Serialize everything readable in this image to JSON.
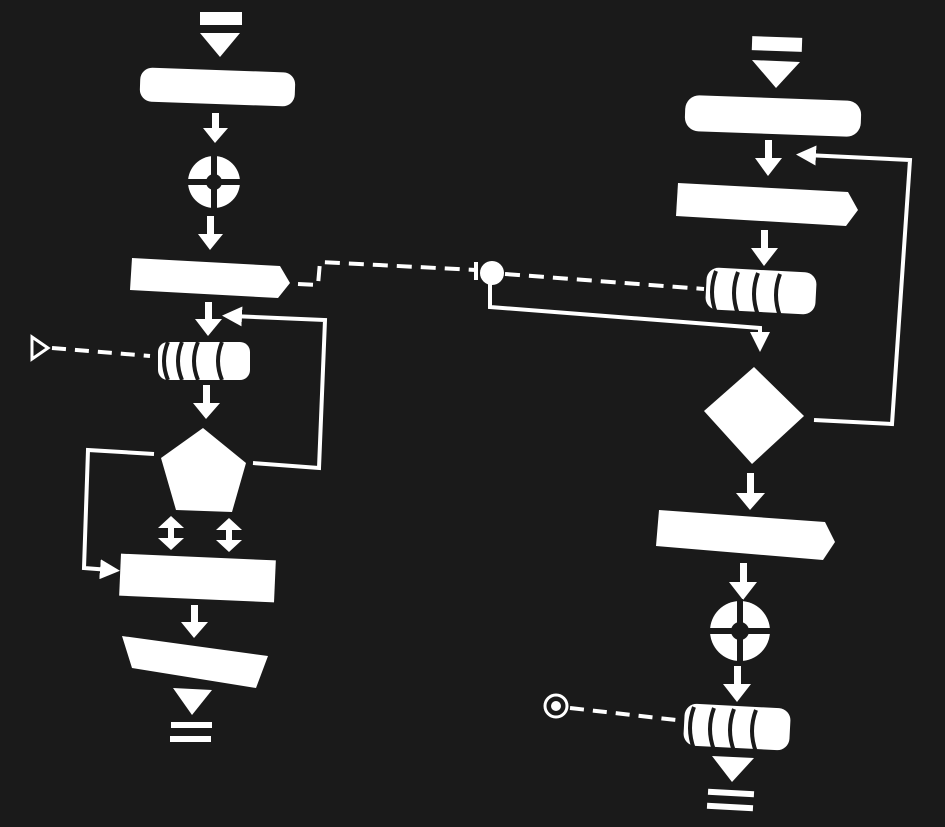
{
  "diagram": {
    "background": "#1a1a1a",
    "foreground": "#ffffff",
    "left_flow": {
      "steps": [
        "flow-start",
        "process",
        "summing-junction",
        "process-arrow",
        "stored-data-lane",
        "decision-pentagon",
        "process",
        "manual-operation",
        "flow-end"
      ]
    },
    "right_flow": {
      "steps": [
        "flow-start",
        "process",
        "process-arrow",
        "stored-data-lane",
        "decision-diamond",
        "process-arrow",
        "summing-junction",
        "stored-data-lane",
        "flow-end"
      ]
    },
    "connectors": [
      "loop-left-pentagon-to-lane",
      "loop-left-pentagon-to-process",
      "dashed-left-to-right-junction",
      "loop-right-diamond-to-top",
      "dashed-external-left",
      "dashed-external-right"
    ]
  }
}
